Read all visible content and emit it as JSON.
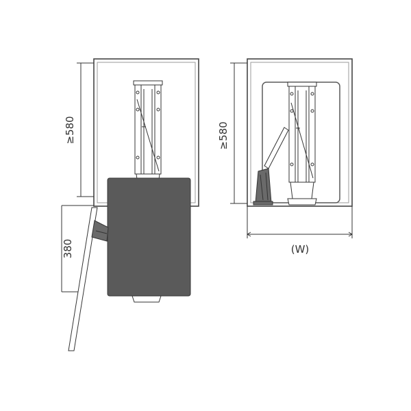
{
  "left_view": {
    "height_label": "≥580",
    "depth_label": "380"
  },
  "right_view": {
    "height_label": "≥580",
    "width_label": "(W)"
  },
  "colors": {
    "line": "#333333",
    "shelf_fill": "#5a5a5a",
    "background": "#ffffff"
  }
}
